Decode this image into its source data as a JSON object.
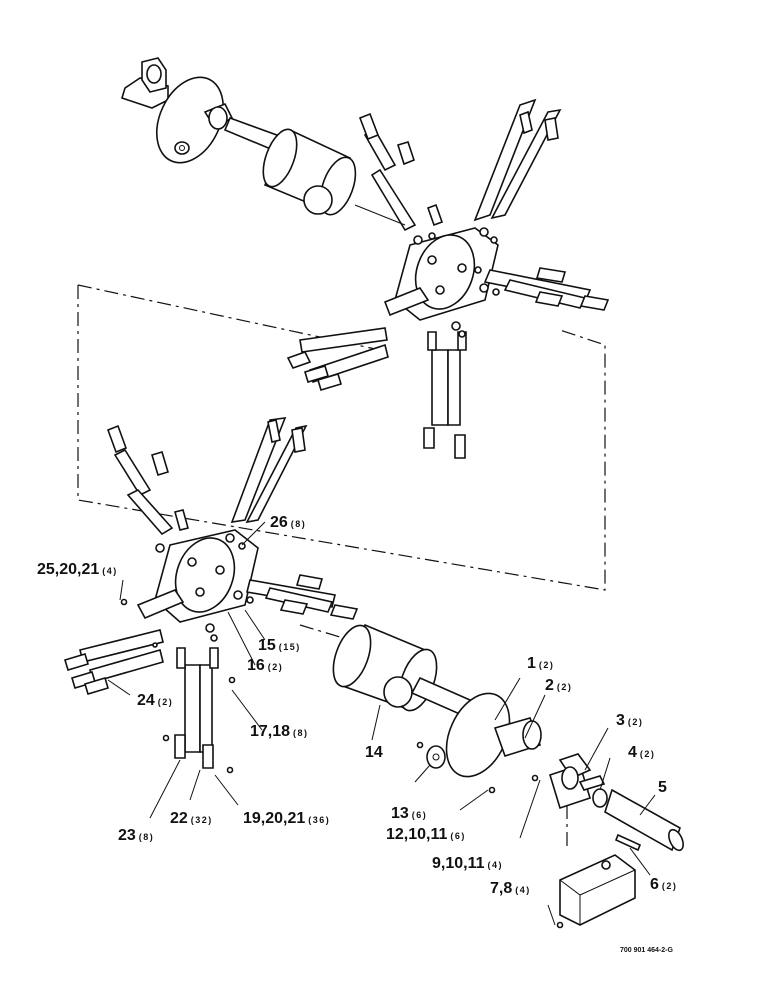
{
  "callouts": [
    {
      "num": "1",
      "qty": "(2)"
    },
    {
      "num": "2",
      "qty": "(2)"
    },
    {
      "num": "3",
      "qty": "(2)"
    },
    {
      "num": "4",
      "qty": "(2)"
    },
    {
      "num": "5",
      "qty": ""
    },
    {
      "num": "6",
      "qty": "(2)"
    },
    {
      "num": "7,8",
      "qty": "(4)"
    },
    {
      "num": "9,10,11",
      "qty": "(4)"
    },
    {
      "num": "12,10,11",
      "qty": "(6)"
    },
    {
      "num": "13",
      "qty": "(6)"
    },
    {
      "num": "14",
      "qty": ""
    },
    {
      "num": "15",
      "qty": "(15)"
    },
    {
      "num": "16",
      "qty": "(2)"
    },
    {
      "num": "17,18",
      "qty": "(8)"
    },
    {
      "num": "19,20,21",
      "qty": "(36)"
    },
    {
      "num": "22",
      "qty": "(32)"
    },
    {
      "num": "23",
      "qty": "(8)"
    },
    {
      "num": "24",
      "qty": "(2)"
    },
    {
      "num": "25,20,21",
      "qty": "(4)"
    },
    {
      "num": "26",
      "qty": "(8)"
    }
  ],
  "figure_number": "700 901 464-2-G"
}
